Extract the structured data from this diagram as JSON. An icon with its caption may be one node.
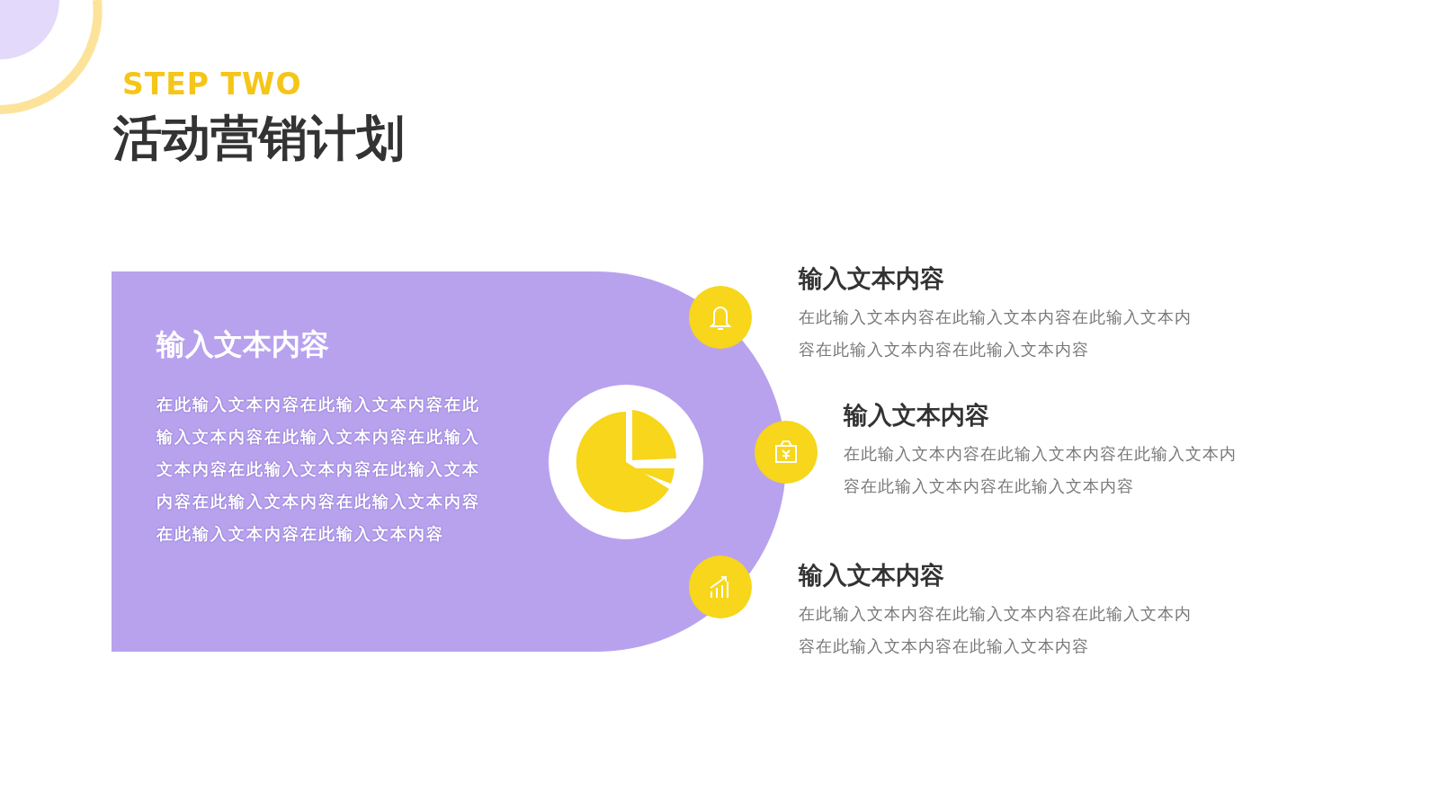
{
  "diagram": {
    "title": "活动营销计划",
    "nodes": [
      {
        "text": [
          "输入文本内容",
          "在此输入文本内容在此输入文本内容在此输入文本内容在此输入文本内容在此输入文本内容在此输入文本内容在此输入文本内容在此输入文本内容在此输入文本内容在此输入文本内容在此输入文本内容"
        ]
      }
    ],
    "edges": [],
    "labels": [
      "STEP TWO",
      "输入文本内容",
      "在此输入文本内容在此输入文本内容在此输入文本内容在此输入文本内容在此输入文本内容",
      "输入文本内容",
      "在此输入文本内容在此输入文本内容在此输入文本内容在此输入文本内容在此输入文本内容",
      "输入文本内容",
      "在此输入文本内容在此输入文本内容在此输入文本内容在此输入文本内容在此输入文本内容"
    ]
  }
}
